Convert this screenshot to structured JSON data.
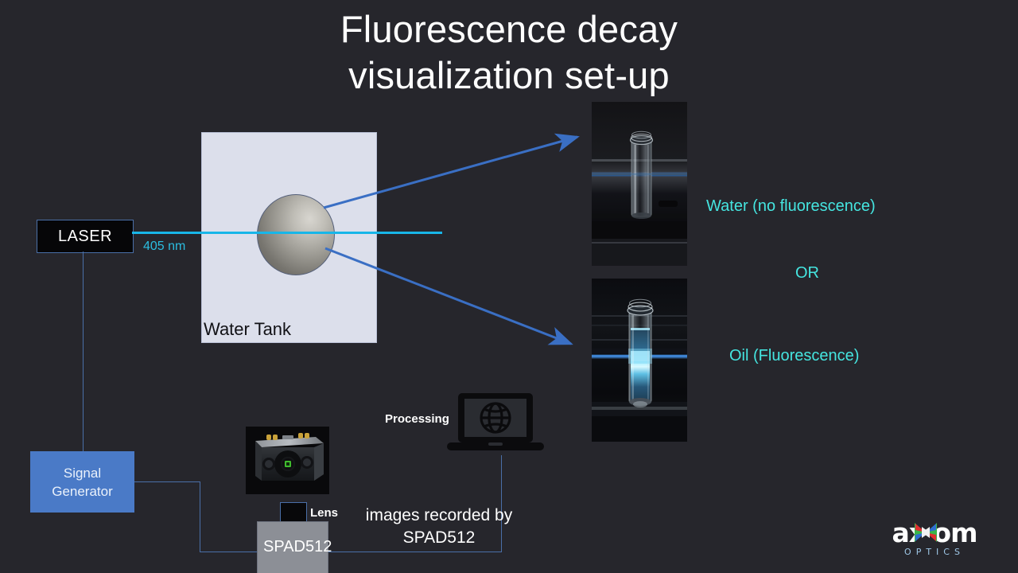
{
  "slide": {
    "background_color": "#26262c",
    "title": "Fluorescence decay\nvisualization  set-up"
  },
  "diagram": {
    "laser": {
      "label": "LASER",
      "wavelength_label": "405 nm",
      "beam_color": "#18b6e8",
      "box_fill": "#060608",
      "box_border": "#4a6fa8"
    },
    "water_tank": {
      "label": "Water Tank",
      "fill": "#dcdfeb",
      "sample_shape": "ellipse"
    },
    "signal_generator": {
      "label": "Signal\nGenerator",
      "fill": "#4a7ac7"
    },
    "lens": {
      "label": "Lens"
    },
    "spad": {
      "label": "SPAD512",
      "fill": "#8c8f96"
    },
    "processing": {
      "label": "Processing",
      "device_icon": "laptop-globe-icon"
    },
    "caption": "images recorded by\nSPAD512",
    "arrow_color": "#3a6fc4",
    "wire_color": "#4a6fa8"
  },
  "photos": [
    {
      "name": "water-vial-photo",
      "alt": "glass vial of water in tank with laser line, no fluorescence"
    },
    {
      "name": "oil-vial-photo",
      "alt": "glass vial of oil in tank with bright cyan fluorescent band"
    }
  ],
  "labels": {
    "water": "Water (no fluorescence)",
    "or": "OR",
    "oil": "Oil (Fluorescence)",
    "cyan": "#45e5e0"
  },
  "logo": {
    "word": "axiom",
    "subtitle": "OPTICS",
    "mark_colors": [
      "#3bb54a",
      "#e03030",
      "#2e6fd0",
      "#f0f0f0"
    ],
    "subtitle_color": "#9fc8e8"
  }
}
